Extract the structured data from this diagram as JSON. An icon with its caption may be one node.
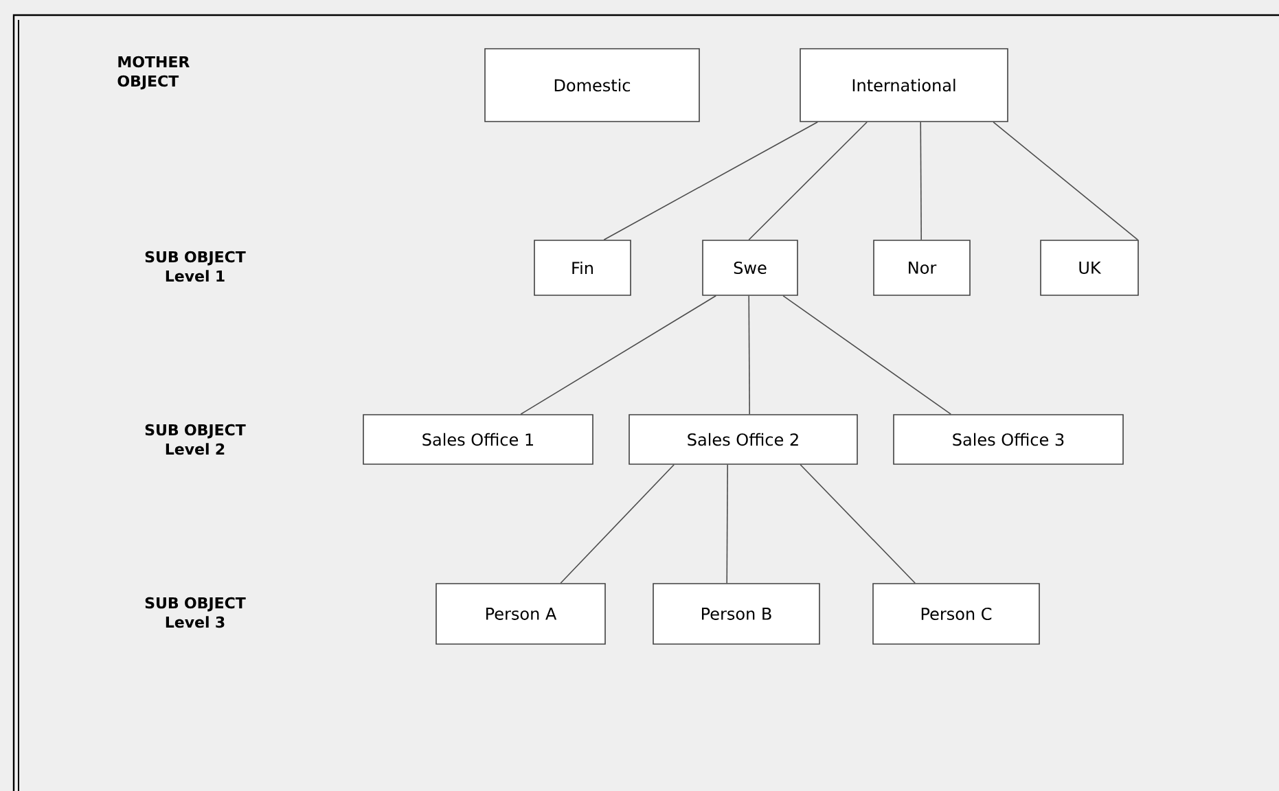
{
  "diagram": {
    "nodes": [
      {
        "text": [
          "Domestic"
        ]
      },
      {
        "text": [
          "International"
        ]
      },
      {
        "text": [
          "Fin"
        ]
      },
      {
        "text": [
          "Swe"
        ]
      },
      {
        "text": [
          "Nor"
        ]
      },
      {
        "text": [
          "UK"
        ]
      },
      {
        "text": [
          "Sales Office 1"
        ]
      },
      {
        "text": [
          "Sales Office 2"
        ]
      },
      {
        "text": [
          "Sales Office 3"
        ]
      },
      {
        "text": [
          "Person A"
        ]
      },
      {
        "text": [
          "Person B"
        ]
      },
      {
        "text": [
          "Person C"
        ]
      }
    ],
    "edges": [
      {
        "from": 1,
        "to": 2,
        "arrow": "none"
      },
      {
        "from": 1,
        "to": 3,
        "arrow": "none"
      },
      {
        "from": 1,
        "to": 4,
        "arrow": "none"
      },
      {
        "from": 1,
        "to": 5,
        "arrow": "none"
      },
      {
        "from": 3,
        "to": 6,
        "arrow": "none"
      },
      {
        "from": 3,
        "to": 7,
        "arrow": "none"
      },
      {
        "from": 3,
        "to": 8,
        "arrow": "none"
      },
      {
        "from": 7,
        "to": 9,
        "arrow": "none"
      },
      {
        "from": 7,
        "to": 10,
        "arrow": "none"
      },
      {
        "from": 7,
        "to": 11,
        "arrow": "none"
      }
    ],
    "labels": [
      "MOTHER OBJECT",
      "SUB OBJECT Level 1",
      "SUB OBJECT Level 2",
      "SUB OBJECT Level 3"
    ]
  }
}
